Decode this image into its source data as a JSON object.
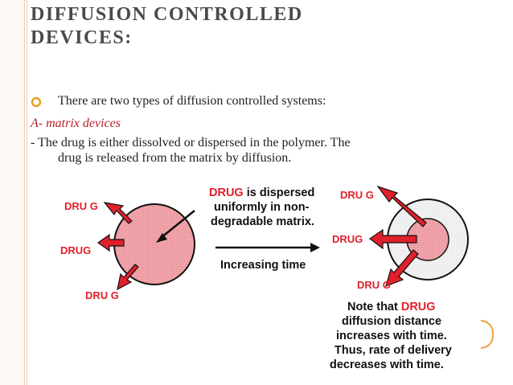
{
  "slide": {
    "title_line1": "DIFFUSION CONTROLLED",
    "title_line2": "DEVICES:",
    "bullet_text": "There are two types of diffusion controlled systems:",
    "subheading": "A- matrix devices",
    "description_line1": "- The drug is either dissolved or dispersed in the polymer. The",
    "description_line2": "drug is released from the matrix by diffusion."
  },
  "diagram": {
    "left_labels": [
      "DRU  G",
      "DRUG",
      "DRU  G"
    ],
    "right_labels": [
      "DRU  G",
      "DRUG",
      "DRU  G"
    ],
    "caption_drug": "DRUG",
    "caption_rest1": " is dispersed",
    "caption_line2": "uniformly in non-",
    "caption_line3": "degradable matrix.",
    "arrow_label": "Increasing time",
    "note_prefix": "Note that ",
    "note_drug": "DRUG",
    "note_line2": "diffusion distance",
    "note_line3": "increases with time.",
    "note_line4": "Thus, rate of delivery",
    "note_line5": "decreases with time."
  },
  "colors": {
    "title": "#4a4a4a",
    "subheading": "#b5202b",
    "drug_red": "#e0202a",
    "matrix_pink": "#f0a0a8"
  }
}
